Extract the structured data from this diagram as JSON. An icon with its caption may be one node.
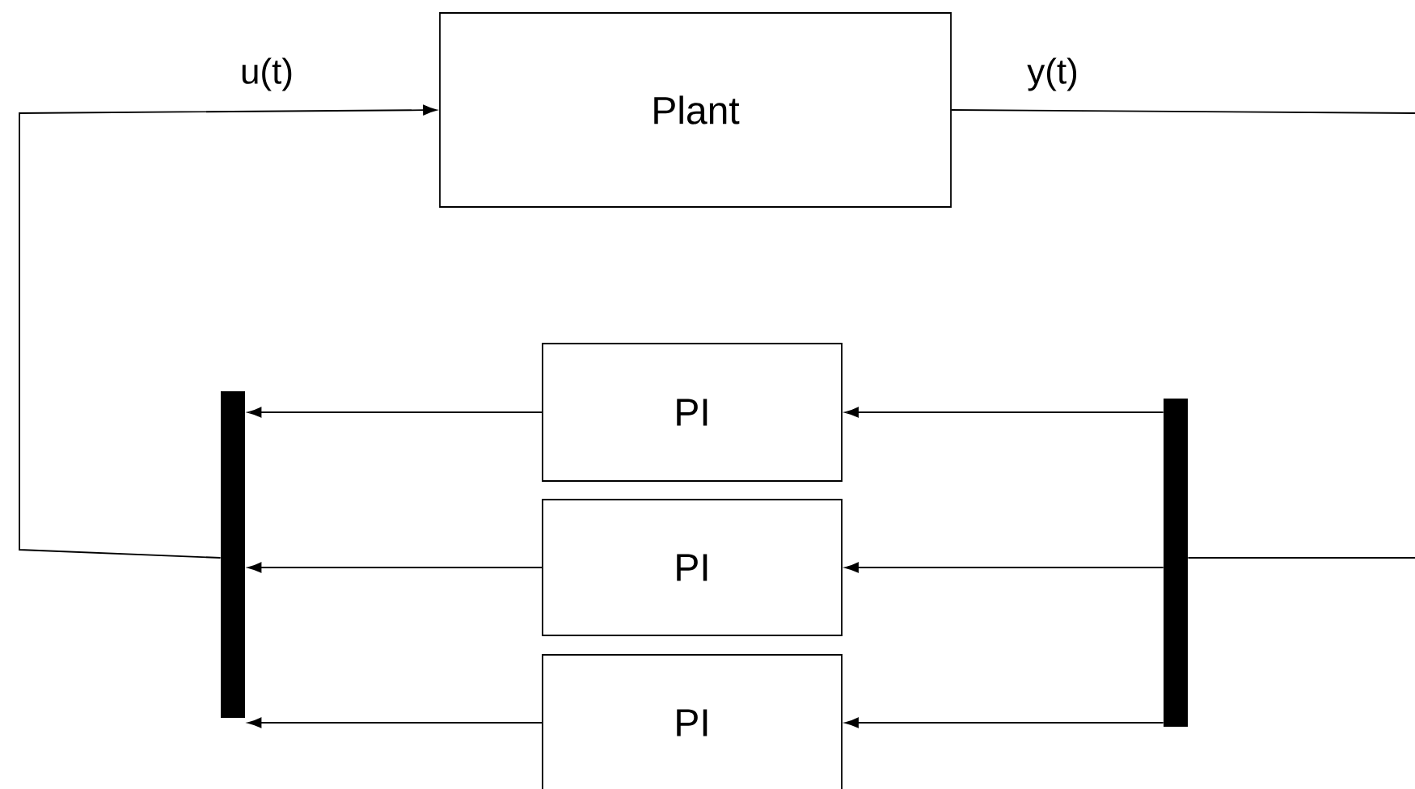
{
  "diagram": {
    "nodes": [
      {
        "text": [
          "Plant"
        ]
      },
      {
        "text": [
          "PI"
        ]
      },
      {
        "text": [
          "PI"
        ]
      },
      {
        "text": [
          "PI"
        ]
      },
      {
        "text": [],
        "shape": "bar"
      },
      {
        "text": [],
        "shape": "bar"
      }
    ],
    "edges": [
      {
        "from": 4,
        "to": 0,
        "arrow": "to",
        "label": "u(t)"
      },
      {
        "from": 0,
        "to": null,
        "arrow": "none",
        "label": "y(t)"
      },
      {
        "from": null,
        "to": 5,
        "arrow": "none"
      },
      {
        "from": 5,
        "to": 1,
        "arrow": "to"
      },
      {
        "from": 5,
        "to": 2,
        "arrow": "to"
      },
      {
        "from": 5,
        "to": 3,
        "arrow": "to"
      },
      {
        "from": 1,
        "to": 4,
        "arrow": "to"
      },
      {
        "from": 2,
        "to": 4,
        "arrow": "to"
      },
      {
        "from": 3,
        "to": 4,
        "arrow": "to"
      }
    ]
  }
}
